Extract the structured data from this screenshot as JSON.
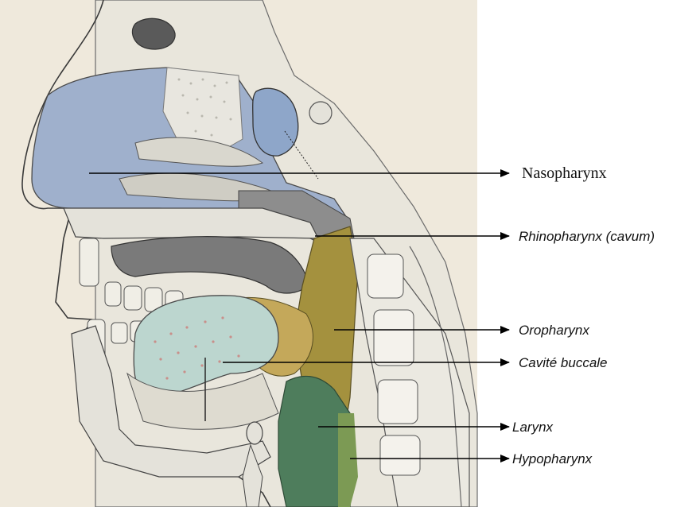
{
  "labels": {
    "nasopharynx": "Nasopharynx",
    "rhinopharynx": "Rhinopharynx (cavum)",
    "oropharynx": "Oropharynx",
    "cavite_buccale": "Cavité buccale",
    "larynx": "Larynx",
    "hypopharynx": "Hypopharynx"
  },
  "colors": {
    "background": "#ffffff",
    "paper": "#efe9dc",
    "nasal_cavity": "#9fb0cc",
    "tongue": "#bcd6cf",
    "pharynx": "#a4913e",
    "larynx": "#4e7d5c",
    "bone": "#e4e2da",
    "outline": "#2b2b2b",
    "arrow": "#000000"
  }
}
